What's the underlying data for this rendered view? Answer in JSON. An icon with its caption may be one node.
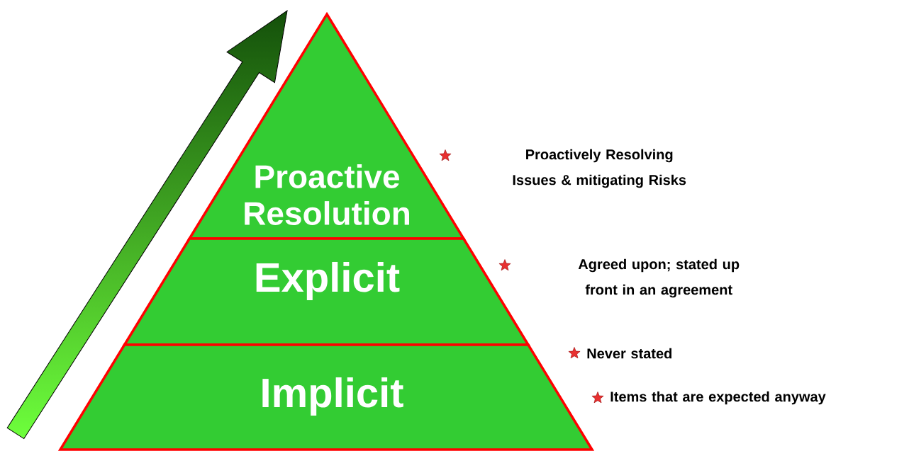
{
  "diagram": {
    "nodes": [
      {
        "text": [
          "Proactive Resolution"
        ],
        "beside": [
          "Proactively Resolving Issues & mitigating Risks"
        ]
      },
      {
        "text": [
          "Explicit"
        ],
        "beside": [
          "Agreed upon; stated up front in an agreement"
        ]
      },
      {
        "text": [
          "Implicit"
        ],
        "beside": [
          "Never stated",
          "Items that are expected anyway"
        ]
      }
    ]
  }
}
